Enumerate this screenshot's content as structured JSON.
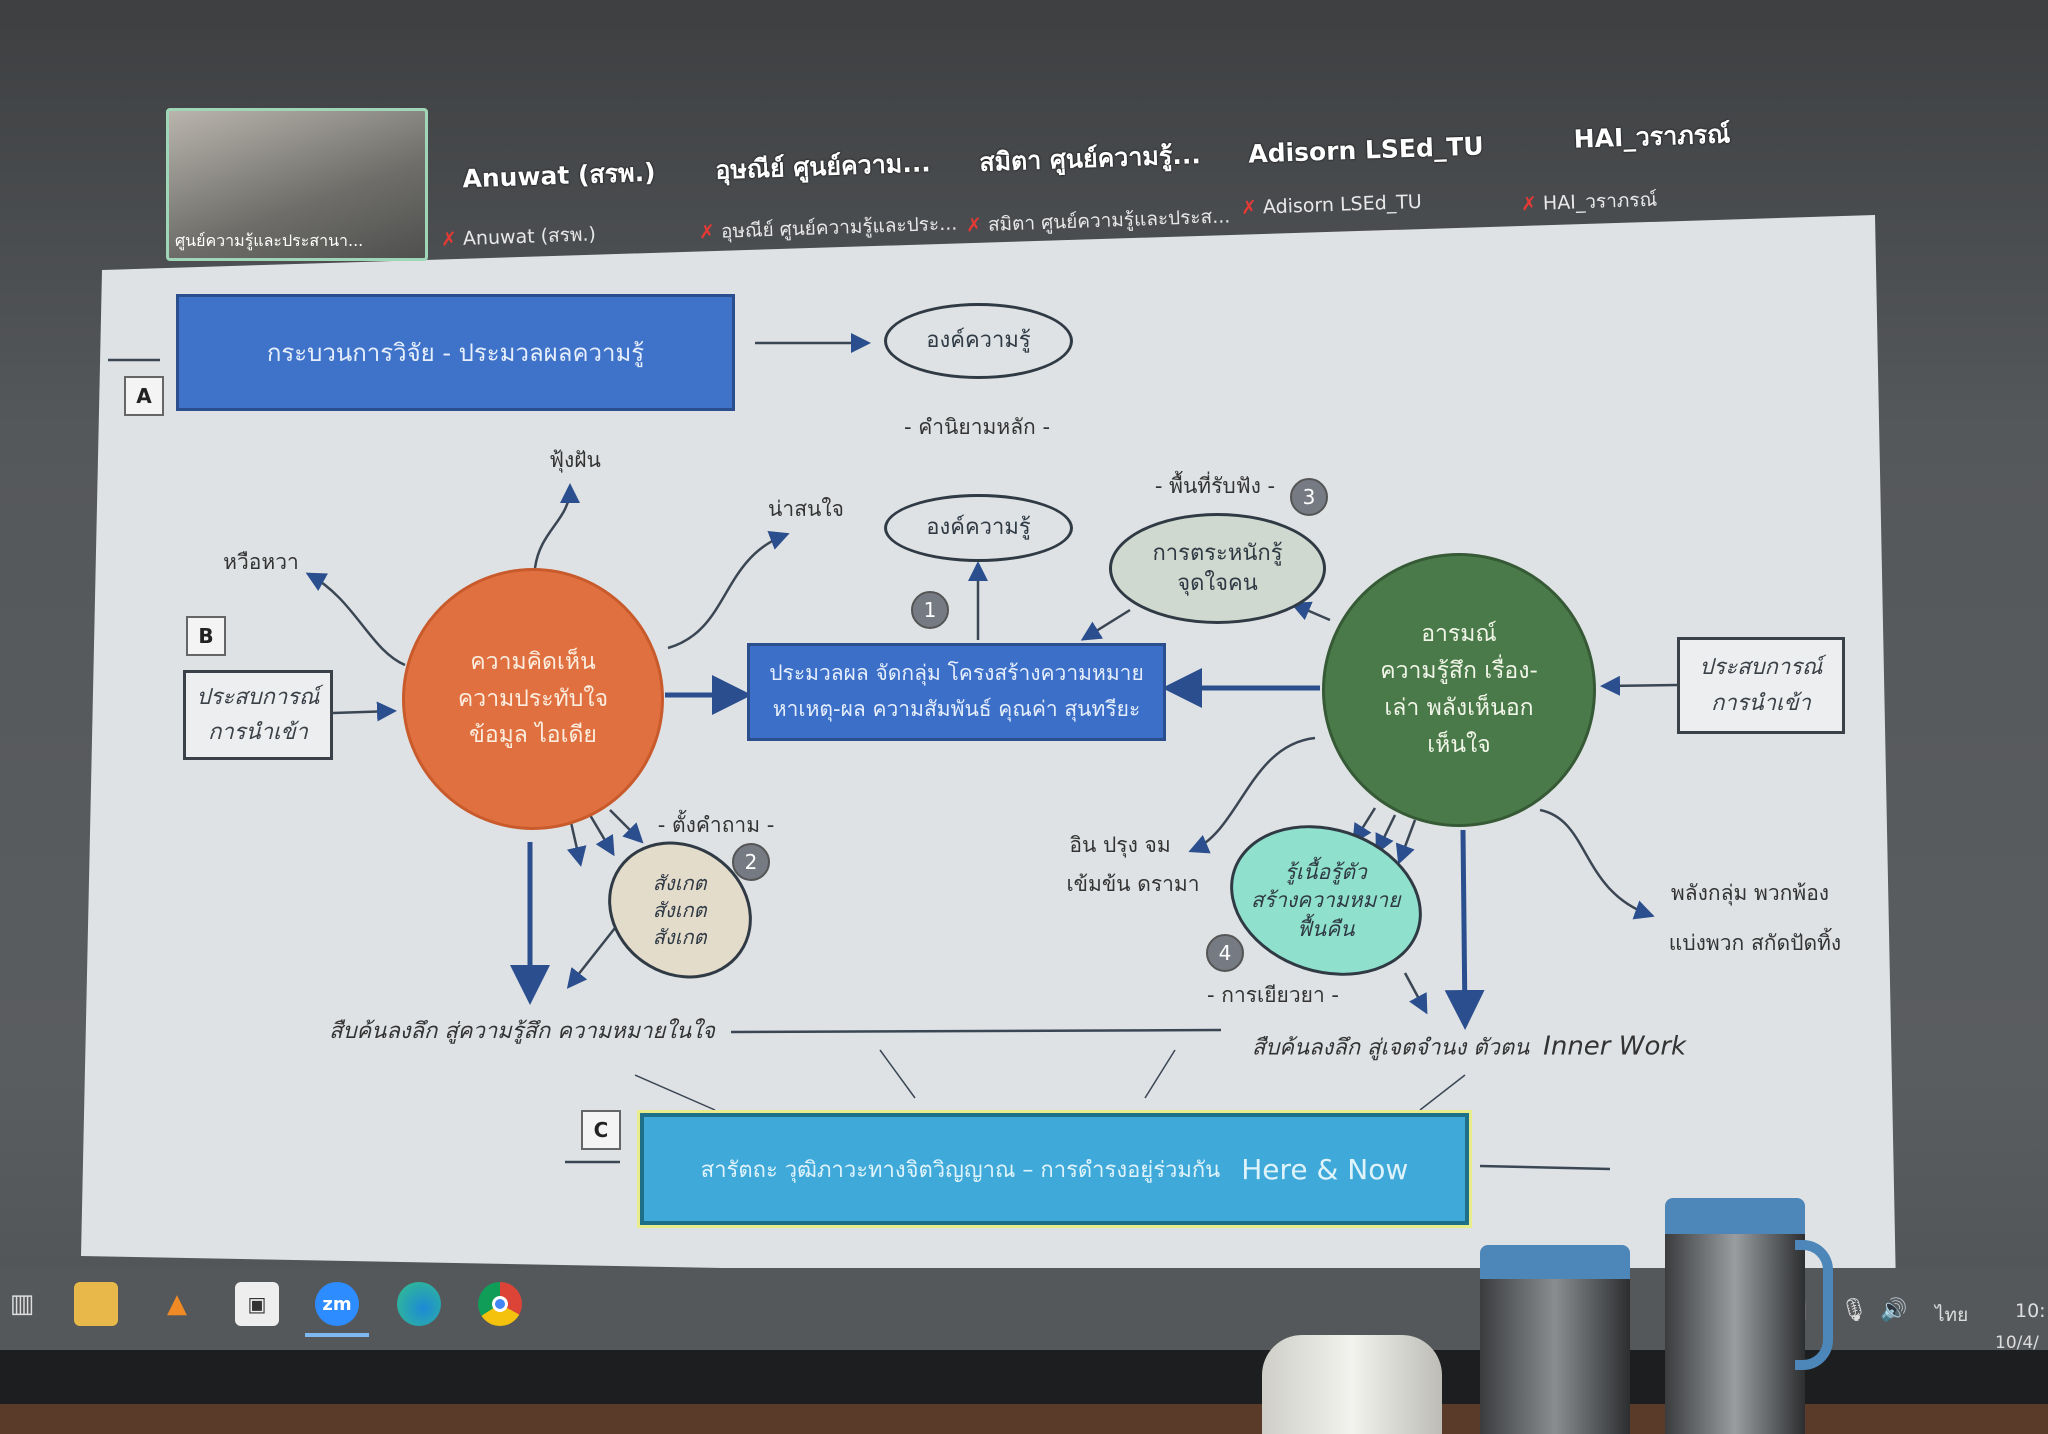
{
  "zoom": {
    "thumbnail_caption": "ศูนย์ความรู้และประสานา...",
    "participants": [
      {
        "name": "Anuwat (สรพ.)",
        "label": "Anuwat (สรพ.)"
      },
      {
        "name": "อุษณีย์ ศูนย์ความ...",
        "label": "อุษณีย์ ศูนย์ความรู้และประ..."
      },
      {
        "name": "สมิตา ศูนย์ความรู้...",
        "label": "สมิตา ศูนย์ความรู้และประส..."
      },
      {
        "name": "Adisorn LSEd_TU",
        "label": "Adisorn LSEd_TU"
      },
      {
        "name": "HAI_วราภรณ์",
        "label": "HAI_วราภรณ์"
      }
    ],
    "muted_icon": "muted-mic-icon"
  },
  "diagram": {
    "section_a": {
      "label": "A",
      "title": "กระบวนการวิจัย - ประมวลผลความรู้",
      "knowledge": "องค์ความรู้"
    },
    "key_definition": "- คำนิยามหลัก -",
    "knowledge2": "องค์ความรู้",
    "badge1": "1",
    "section_b": {
      "label": "B"
    },
    "left_input": [
      "ประสบการณ์",
      "การนำเข้า"
    ],
    "daydream": "ฟุ้งฝัน",
    "flashy": "หวือหวา",
    "interesting": "น่าสนใจ",
    "orange_circle": [
      "ความคิดเห็น",
      "ความประทับใจ",
      "ข้อมูล ไอเดีย"
    ],
    "process_box": [
      "ประมวลผล จัดกลุ่ม โครงสร้างความหมาย",
      "หาเหตุ-ผล ความสัมพันธ์ คุณค่า สุนทรียะ"
    ],
    "listening_space": "- พื้นที่รับฟัง -",
    "badge3": "3",
    "awareness": [
      "การตระหนักรู้",
      "จุดใจคน"
    ],
    "green_circle": [
      "อารมณ์",
      "ความรู้สึก เรื่อง-",
      "เล่า พลังเห็นอก",
      "เห็นใจ"
    ],
    "right_input": [
      "ประสบการณ์",
      "การนำเข้า"
    ],
    "questioning": "- ตั้งคำถาม -",
    "badge2": "2",
    "observe": [
      "สังเกต",
      "สังเกต",
      "สังเกต"
    ],
    "deep_left": "สืบค้นลงลึก สู่ความรู้สึก ความหมายในใจ",
    "drama": [
      "อิน ปรุง จม",
      "เข้มข้น ดรามา"
    ],
    "mindful": [
      "รู้เนื้อรู้ตัว",
      "สร้างความหมาย",
      "ฟื้นคืน"
    ],
    "badge4": "4",
    "healing": "- การเยียวยา -",
    "group_power": [
      "พลังกลุ่ม พวกพ้อง",
      "แบ่งพวก สกัดปัดทิ้ง"
    ],
    "deep_right": "สืบค้นลงลึก สู่เจตจำนง ตัวตน",
    "inner_work": "Inner Work",
    "section_c": {
      "label": "C",
      "title": "สารัตถะ วุฒิภาวะทางจิตวิญญาณ – การดำรงอยู่ร่วมกัน",
      "here_now": "Here & Now"
    }
  },
  "taskbar": {
    "icons": [
      "task-view-icon",
      "file-explorer-icon",
      "vlc-icon",
      "app-icon",
      "zoom-icon",
      "edge-icon",
      "chrome-icon"
    ],
    "zoom_label": "zm",
    "language": "ไทย",
    "time": "10:",
    "date": "10/4/"
  },
  "colors": {
    "orange": "#e0703f",
    "green": "#4b7a4a",
    "blue": "#3f73c9",
    "cyan": "#3fa9d9",
    "teal": "#8fe0cc"
  }
}
